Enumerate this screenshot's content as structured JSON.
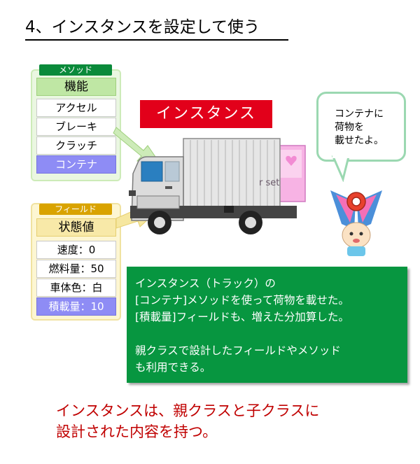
{
  "title": "4、インスタンスを設定して使う",
  "method_box": {
    "tag": "メソッド",
    "header": "機能",
    "items": [
      "アクセル",
      "ブレーキ",
      "クラッチ",
      "コンテナ"
    ]
  },
  "field_box": {
    "tag": "フィールド",
    "header": "状態値",
    "items": [
      "速度：0",
      "燃料量：50",
      "車体色：白",
      "積載量：10"
    ]
  },
  "instance_label": "インスタンス",
  "container_text": "r set",
  "speech_bubble": [
    "コンテナに",
    "荷物を",
    "載せたよ。"
  ],
  "info_box": {
    "lines": [
      "インスタンス（トラック）の",
      "[コンテナ]メソッドを使って荷物を載せた。",
      "[積載量]フィールドも、増えた分加算した。",
      "",
      "親クラスで設計したフィールドやメソッド",
      "も利用できる。"
    ]
  },
  "bottom_text": [
    "インスタンスは、親クラスと子クラスに",
    "設計された内容を持つ。"
  ],
  "colors": {
    "method_tag": "#0a8a3a",
    "field_tag": "#d9a300",
    "highlight_row": "#8e8cf5",
    "instance_label": "#e2001a",
    "info_box": "#079640",
    "bottom_text": "#c00000"
  }
}
